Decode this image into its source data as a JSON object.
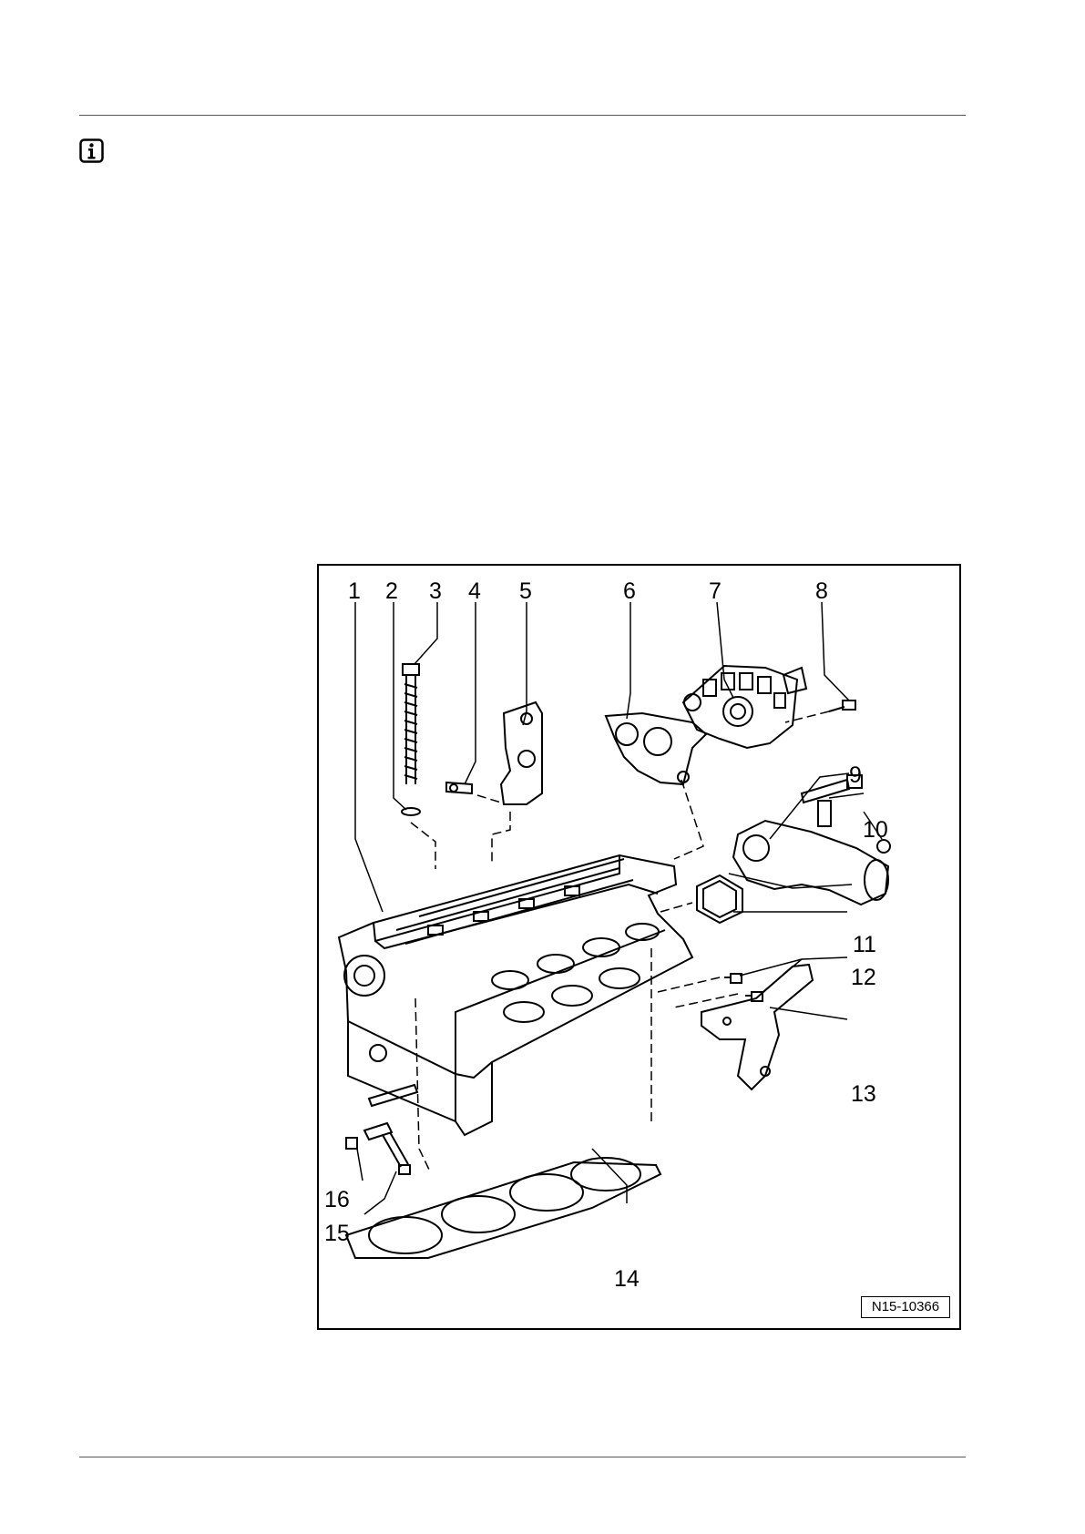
{
  "header": {
    "note_icon": "info-icon"
  },
  "figure": {
    "callouts": [
      "1",
      "2",
      "3",
      "4",
      "5",
      "6",
      "7",
      "8",
      "9",
      "10",
      "11",
      "12",
      "13",
      "14",
      "15",
      "16"
    ],
    "figure_id": "N15-10366"
  },
  "footer": {}
}
